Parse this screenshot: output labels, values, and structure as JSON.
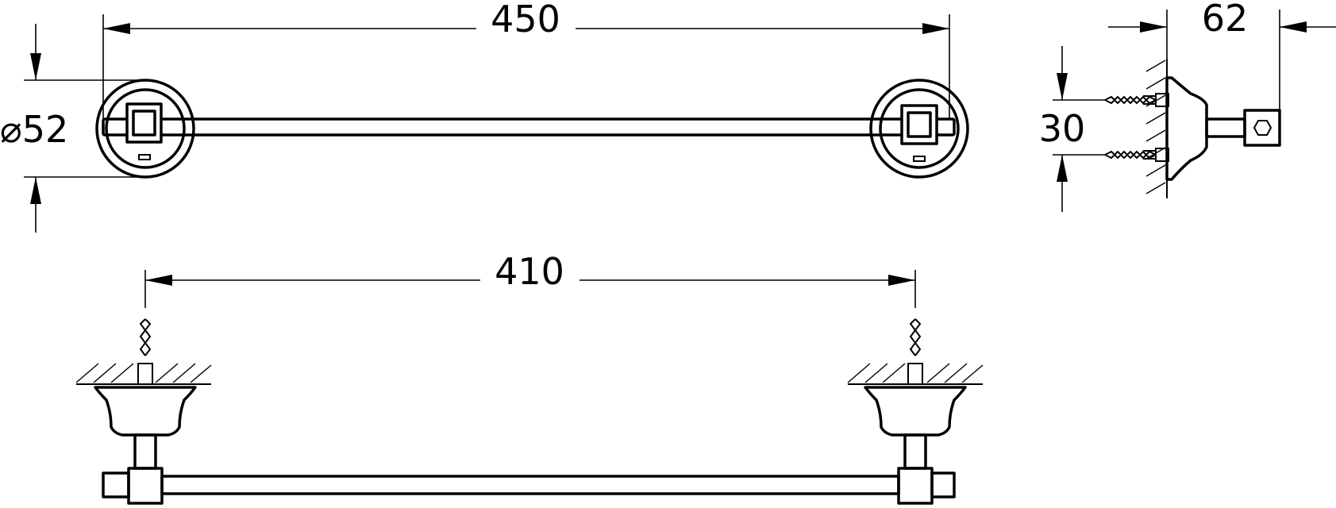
{
  "dimensions": {
    "overall_length": "450",
    "rosette_diameter": "⌀52",
    "projection": "62",
    "screw_spacing": "30",
    "fixing_centres": "410"
  },
  "colors": {
    "line": "#000000",
    "background": "#ffffff"
  }
}
